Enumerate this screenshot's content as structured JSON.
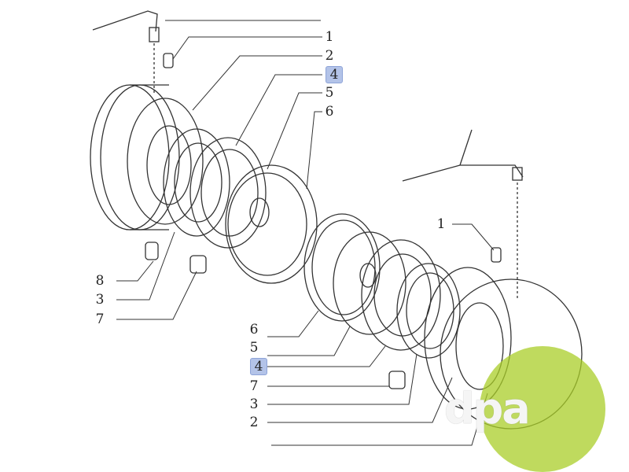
{
  "diagram": {
    "upper_labels": [
      "1",
      "2",
      "4",
      "5",
      "6"
    ],
    "left_labels": [
      "8",
      "3",
      "7"
    ],
    "right_labels": [
      "6",
      "5",
      "4",
      "7",
      "3",
      "2"
    ],
    "right_top_label": "1",
    "highlighted_label": "4",
    "highlight_color": "#b3c3e8"
  },
  "watermark": {
    "text": "dpa",
    "color": "#aacd28"
  }
}
